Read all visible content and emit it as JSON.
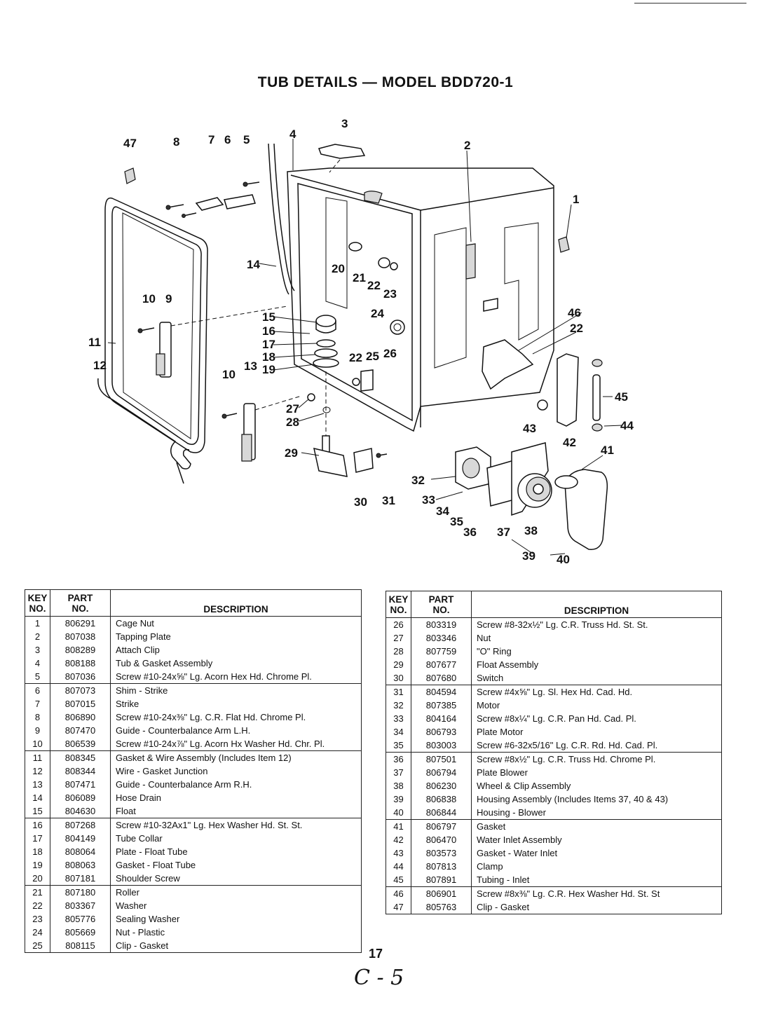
{
  "title": "TUB DETAILS — MODEL BDD720-1",
  "callouts": [
    {
      "id": "c1",
      "text": "1"
    },
    {
      "id": "c2",
      "text": "2"
    },
    {
      "id": "c3",
      "text": "3"
    },
    {
      "id": "c4",
      "text": "4"
    },
    {
      "id": "c5",
      "text": "5"
    },
    {
      "id": "c6",
      "text": "6"
    },
    {
      "id": "c7",
      "text": "7"
    },
    {
      "id": "c8",
      "text": "8"
    },
    {
      "id": "c9",
      "text": "9"
    },
    {
      "id": "c10a",
      "text": "10"
    },
    {
      "id": "c10b",
      "text": "10"
    },
    {
      "id": "c11",
      "text": "11"
    },
    {
      "id": "c12",
      "text": "12"
    },
    {
      "id": "c13",
      "text": "13"
    },
    {
      "id": "c14",
      "text": "14"
    },
    {
      "id": "c15",
      "text": "15"
    },
    {
      "id": "c16",
      "text": "16"
    },
    {
      "id": "c17",
      "text": "17"
    },
    {
      "id": "c18",
      "text": "18"
    },
    {
      "id": "c19",
      "text": "19"
    },
    {
      "id": "c20",
      "text": "20"
    },
    {
      "id": "c21",
      "text": "21"
    },
    {
      "id": "c22a",
      "text": "22"
    },
    {
      "id": "c22b",
      "text": "22"
    },
    {
      "id": "c22c",
      "text": "22"
    },
    {
      "id": "c23",
      "text": "23"
    },
    {
      "id": "c24",
      "text": "24"
    },
    {
      "id": "c25",
      "text": "25"
    },
    {
      "id": "c26",
      "text": "26"
    },
    {
      "id": "c27",
      "text": "27"
    },
    {
      "id": "c28",
      "text": "28"
    },
    {
      "id": "c29",
      "text": "29"
    },
    {
      "id": "c30",
      "text": "30"
    },
    {
      "id": "c31",
      "text": "31"
    },
    {
      "id": "c32",
      "text": "32"
    },
    {
      "id": "c33",
      "text": "33"
    },
    {
      "id": "c34",
      "text": "34"
    },
    {
      "id": "c35",
      "text": "35"
    },
    {
      "id": "c36",
      "text": "36"
    },
    {
      "id": "c37",
      "text": "37"
    },
    {
      "id": "c38",
      "text": "38"
    },
    {
      "id": "c39",
      "text": "39"
    },
    {
      "id": "c40",
      "text": "40"
    },
    {
      "id": "c41",
      "text": "41"
    },
    {
      "id": "c42",
      "text": "42"
    },
    {
      "id": "c43",
      "text": "43"
    },
    {
      "id": "c44",
      "text": "44"
    },
    {
      "id": "c45",
      "text": "45"
    },
    {
      "id": "c46",
      "text": "46"
    },
    {
      "id": "c47",
      "text": "47"
    }
  ],
  "table_headers": {
    "key_1": "KEY",
    "key_2": "NO.",
    "part_1": "PART",
    "part_2": "NO.",
    "description": "DESCRIPTION"
  },
  "parts_left": [
    {
      "key": "1",
      "part": "806291",
      "desc": "Cage Nut"
    },
    {
      "key": "2",
      "part": "807038",
      "desc": "Tapping Plate"
    },
    {
      "key": "3",
      "part": "808289",
      "desc": "Attach Clip"
    },
    {
      "key": "4",
      "part": "808188",
      "desc": "Tub & Gasket Assembly"
    },
    {
      "key": "5",
      "part": "807036",
      "desc": "Screw #10-24x⅝\" Lg. Acorn Hex Hd. Chrome Pl."
    },
    {
      "key": "6",
      "part": "807073",
      "desc": "Shim - Strike"
    },
    {
      "key": "7",
      "part": "807015",
      "desc": "Strike"
    },
    {
      "key": "8",
      "part": "806890",
      "desc": "Screw #10-24x⅜\" Lg. C.R. Flat Hd. Chrome Pl."
    },
    {
      "key": "9",
      "part": "807470",
      "desc": "Guide - Counterbalance Arm L.H."
    },
    {
      "key": "10",
      "part": "806539",
      "desc": "Screw #10-24x⅞\" Lg. Acorn Hx Washer Hd. Chr. Pl."
    },
    {
      "key": "11",
      "part": "808345",
      "desc": "Gasket & Wire Assembly (Includes Item 12)"
    },
    {
      "key": "12",
      "part": "808344",
      "desc": "Wire - Gasket Junction"
    },
    {
      "key": "13",
      "part": "807471",
      "desc": "Guide - Counterbalance Arm R.H."
    },
    {
      "key": "14",
      "part": "806089",
      "desc": "Hose Drain"
    },
    {
      "key": "15",
      "part": "804630",
      "desc": "Float"
    },
    {
      "key": "16",
      "part": "807268",
      "desc": "Screw #10-32Ax1\" Lg. Hex Washer Hd. St. St."
    },
    {
      "key": "17",
      "part": "804149",
      "desc": "Tube Collar"
    },
    {
      "key": "18",
      "part": "808064",
      "desc": "Plate - Float Tube"
    },
    {
      "key": "19",
      "part": "808063",
      "desc": "Gasket - Float Tube"
    },
    {
      "key": "20",
      "part": "807181",
      "desc": "Shoulder Screw"
    },
    {
      "key": "21",
      "part": "807180",
      "desc": "Roller"
    },
    {
      "key": "22",
      "part": "803367",
      "desc": "Washer"
    },
    {
      "key": "23",
      "part": "805776",
      "desc": "Sealing Washer"
    },
    {
      "key": "24",
      "part": "805669",
      "desc": "Nut - Plastic"
    },
    {
      "key": "25",
      "part": "808115",
      "desc": "Clip - Gasket"
    }
  ],
  "parts_right": [
    {
      "key": "26",
      "part": "803319",
      "desc": "Screw #8-32x½\" Lg. C.R. Truss Hd. St. St."
    },
    {
      "key": "27",
      "part": "803346",
      "desc": "Nut"
    },
    {
      "key": "28",
      "part": "807759",
      "desc": "\"O\" Ring"
    },
    {
      "key": "29",
      "part": "807677",
      "desc": "Float Assembly"
    },
    {
      "key": "30",
      "part": "807680",
      "desc": "Switch"
    },
    {
      "key": "31",
      "part": "804594",
      "desc": "Screw #4x⅝\" Lg. Sl. Hex Hd. Cad. Hd."
    },
    {
      "key": "32",
      "part": "807385",
      "desc": "Motor"
    },
    {
      "key": "33",
      "part": "804164",
      "desc": "Screw #8x¼\" Lg. C.R. Pan Hd. Cad. Pl."
    },
    {
      "key": "34",
      "part": "806793",
      "desc": "Plate Motor"
    },
    {
      "key": "35",
      "part": "803003",
      "desc": "Screw #6-32x5/16\" Lg. C.R. Rd. Hd. Cad. Pl."
    },
    {
      "key": "36",
      "part": "807501",
      "desc": "Screw #8x½\" Lg. C.R. Truss Hd. Chrome Pl."
    },
    {
      "key": "37",
      "part": "806794",
      "desc": "Plate Blower"
    },
    {
      "key": "38",
      "part": "806230",
      "desc": "Wheel & Clip Assembly"
    },
    {
      "key": "39",
      "part": "806838",
      "desc": "Housing Assembly (Includes Items 37, 40 & 43)"
    },
    {
      "key": "40",
      "part": "806844",
      "desc": "Housing - Blower"
    },
    {
      "key": "41",
      "part": "806797",
      "desc": "Gasket"
    },
    {
      "key": "42",
      "part": "806470",
      "desc": "Water Inlet Assembly"
    },
    {
      "key": "43",
      "part": "803573",
      "desc": "Gasket - Water Inlet"
    },
    {
      "key": "44",
      "part": "807813",
      "desc": "Clamp"
    },
    {
      "key": "45",
      "part": "807891",
      "desc": "Tubing - Inlet"
    },
    {
      "key": "46",
      "part": "806901",
      "desc": "Screw #8x⅜\" Lg. C.R. Hex Washer Hd. St. St"
    },
    {
      "key": "47",
      "part": "805763",
      "desc": "Clip - Gasket"
    }
  ],
  "page_number": "17",
  "handwritten_note": "C - 5"
}
